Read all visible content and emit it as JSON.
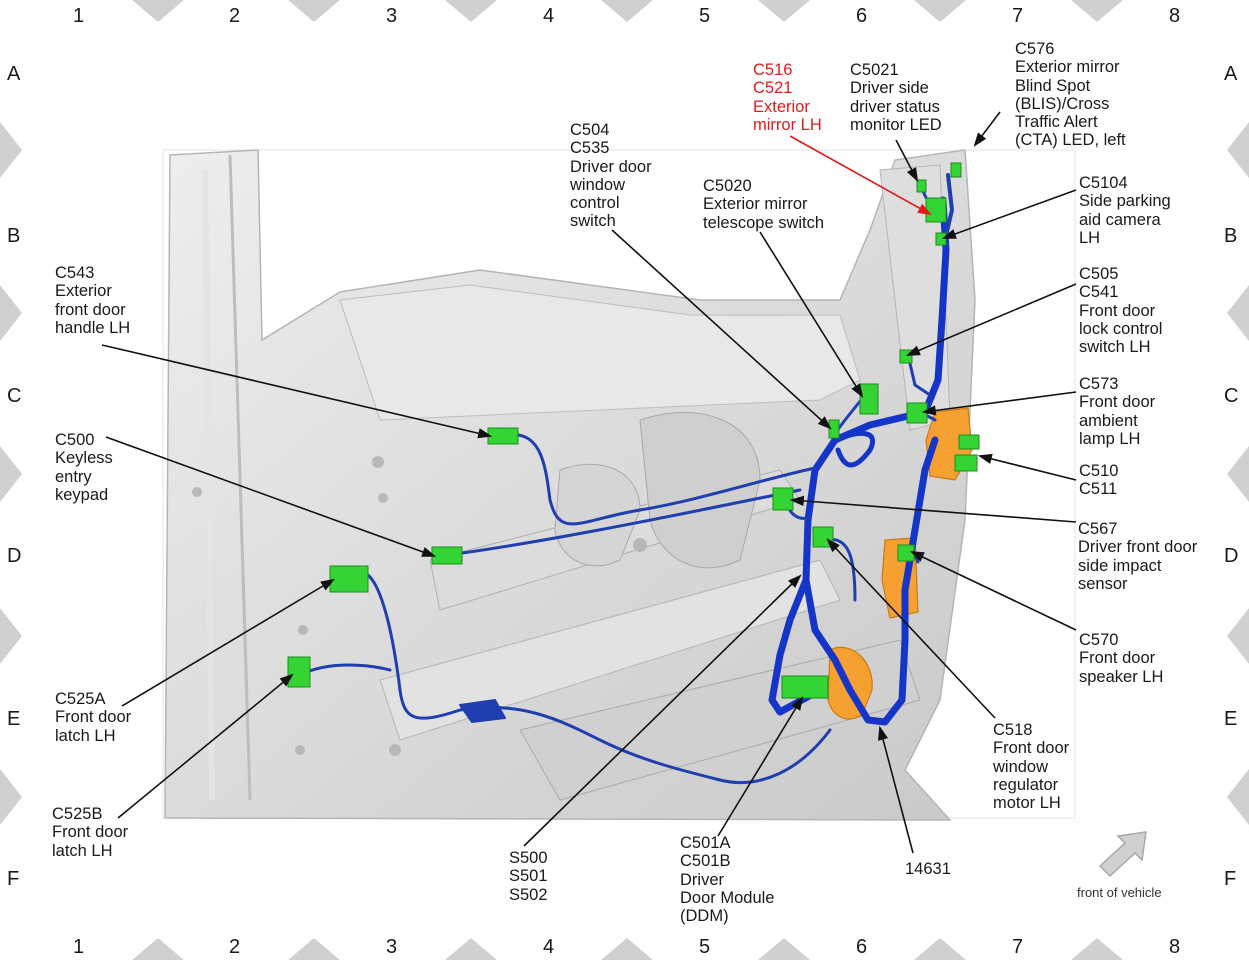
{
  "grid": {
    "columns": [
      "1",
      "2",
      "3",
      "4",
      "5",
      "6",
      "7",
      "8"
    ],
    "rows": [
      "A",
      "B",
      "C",
      "D",
      "E",
      "F"
    ]
  },
  "labels": {
    "c516": "C516\nC521\nExterior\nmirror LH",
    "c5021": "C5021\nDriver side\ndriver status\nmonitor LED",
    "c576": "C576\nExterior mirror\nBlind Spot\n(BLIS)/Cross\nTraffic Alert\n(CTA) LED, left",
    "c504": "C504\nC535\nDriver door\nwindow\ncontrol\nswitch",
    "c5020": "C5020\nExterior mirror\ntelescope switch",
    "c5104": "C5104\nSide parking\naid camera\nLH",
    "c543": "C543\nExterior\nfront door\nhandle LH",
    "c505": "C505\nC541\nFront door\nlock control\nswitch LH",
    "c573": "C573\nFront door\nambient\nlamp LH",
    "c500": "C500\nKeyless\nentry\nkeypad",
    "c510": "C510\nC511",
    "c567": "C567\nDriver front door\nside impact\nsensor",
    "c570": "C570\nFront door\nspeaker LH",
    "c525a": "C525A\nFront door\nlatch LH",
    "c518": "C518\nFront door\nwindow\nregulator\nmotor LH",
    "c525b": "C525B\nFront door\nlatch LH",
    "s500": "S500\nS501\nS502",
    "c501": "C501A\nC501B\nDriver\nDoor Module\n(DDM)",
    "w14631": "14631",
    "front": "front of vehicle"
  },
  "colors": {
    "harness": "#1f3fb0",
    "harness_thick": "#1535c8",
    "connector": "#35d435",
    "orange": "#f5a030",
    "door": "#d6d6d6",
    "leader": "#111111",
    "leader_red": "#e21b1b",
    "grid_marker": "#d0d0d0"
  }
}
